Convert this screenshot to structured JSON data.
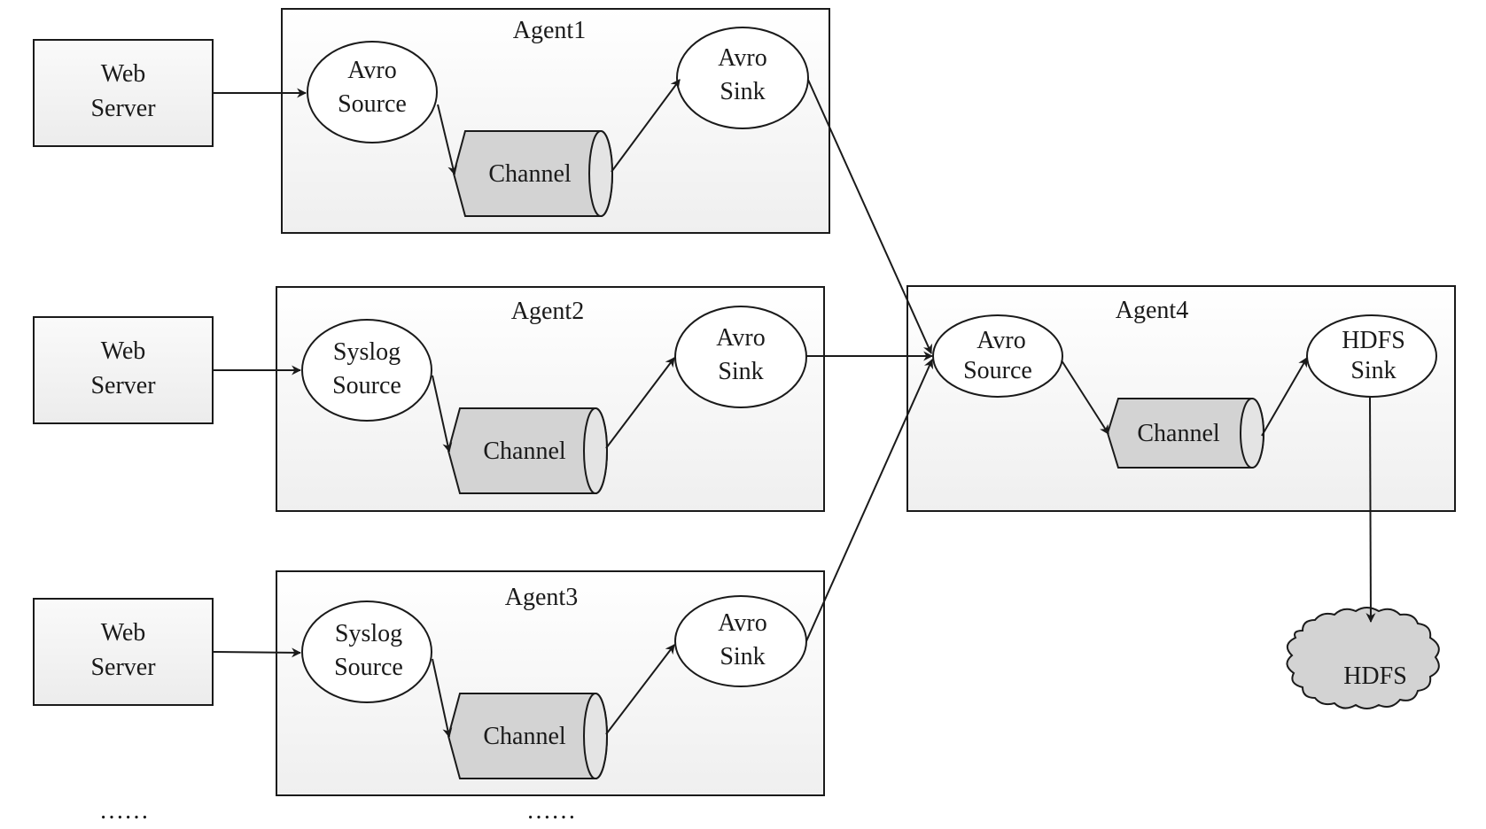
{
  "servers": [
    {
      "lines": [
        "Web",
        "Server"
      ]
    },
    {
      "lines": [
        "Web",
        "Server"
      ]
    },
    {
      "lines": [
        "Web",
        "Server"
      ]
    }
  ],
  "agents": [
    {
      "title": "Agent1",
      "source": [
        "Avro",
        "Source"
      ],
      "channel": "Channel",
      "sink": [
        "Avro",
        "Sink"
      ]
    },
    {
      "title": "Agent2",
      "source": [
        "Syslog",
        "Source"
      ],
      "channel": "Channel",
      "sink": [
        "Avro",
        "Sink"
      ]
    },
    {
      "title": "Agent3",
      "source": [
        "Syslog",
        "Source"
      ],
      "channel": "Channel",
      "sink": [
        "Avro",
        "Sink"
      ]
    },
    {
      "title": "Agent4",
      "source": [
        "Avro",
        "Source"
      ],
      "channel": "Channel",
      "sink": [
        "HDFS",
        "Sink"
      ]
    }
  ],
  "storage": {
    "label": "HDFS"
  },
  "ellipsis": {
    "servers": "……",
    "agents": "……"
  }
}
